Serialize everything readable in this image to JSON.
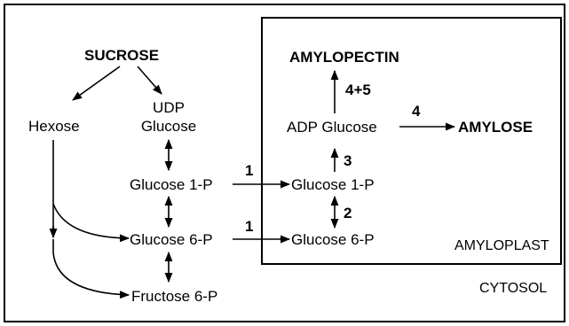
{
  "labels": {
    "sucrose": "SUCROSE",
    "hexose": "Hexose",
    "udp_glucose_line1": "UDP",
    "udp_glucose_line2": "Glucose",
    "glucose1p_cytosol": "Glucose 1-P",
    "glucose6p_cytosol": "Glucose 6-P",
    "fructose6p": "Fructose 6-P",
    "glucose1p_plastid": "Glucose 1-P",
    "glucose6p_plastid": "Glucose 6-P",
    "adp_glucose": "ADP Glucose",
    "amylopectin": "AMYLOPECTIN",
    "amylose": "AMYLOSE",
    "amyloplast": "AMYLOPLAST",
    "cytosol": "CYTOSOL"
  },
  "steps": {
    "transport_g1p": "1",
    "transport_g6p": "1",
    "g6p_to_g1p": "2",
    "g1p_to_adpg": "3",
    "to_amylopectin": "4+5",
    "to_amylose": "4"
  }
}
